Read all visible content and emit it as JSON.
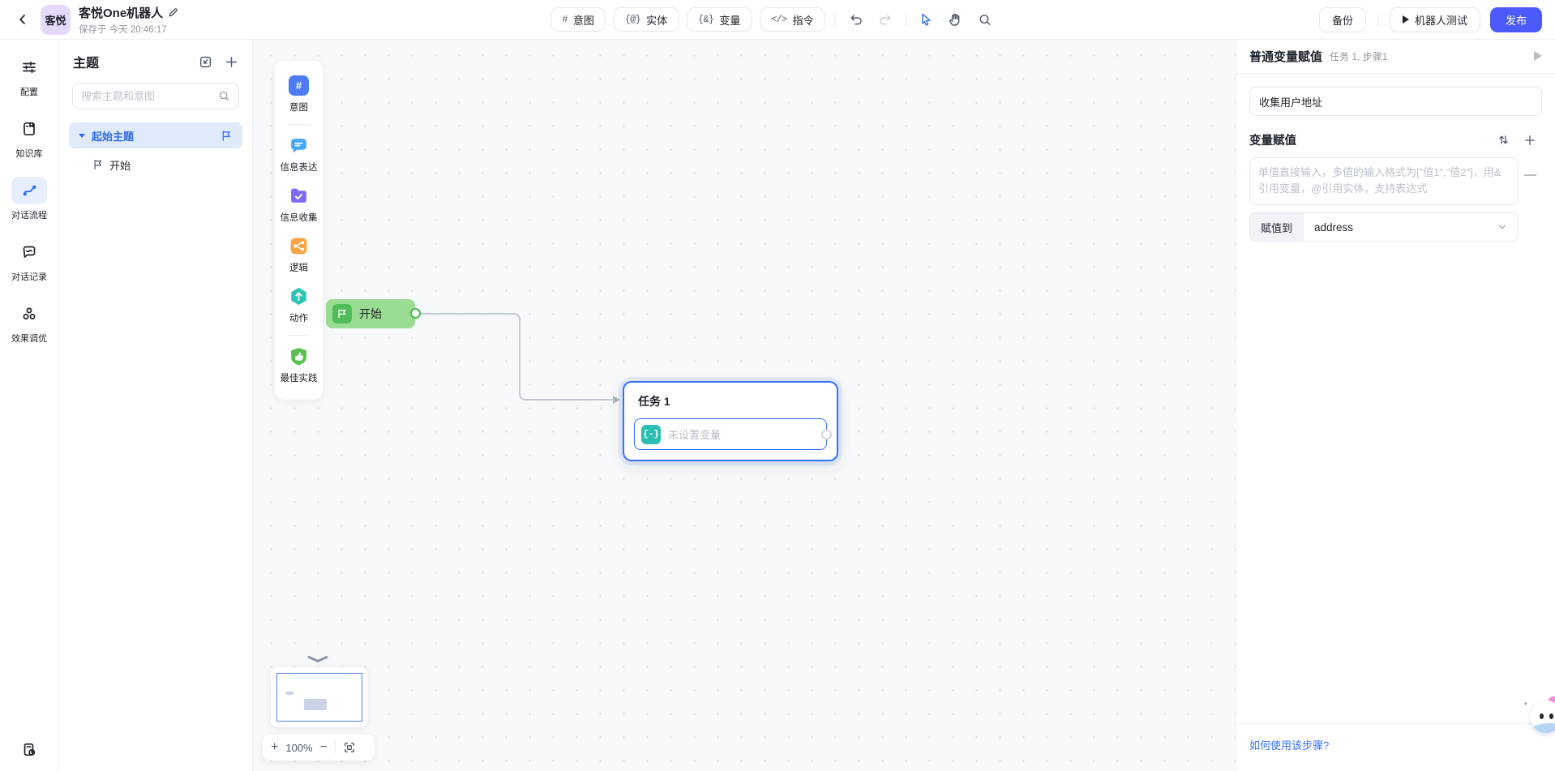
{
  "topbar": {
    "logo": "客悦",
    "title": "客悦One机器人",
    "saved_text": "保存于 今天 20:46:17",
    "tools": [
      {
        "icon": "#",
        "label": "意图"
      },
      {
        "icon": "{@}",
        "label": "实体"
      },
      {
        "icon": "{&}",
        "label": "变量"
      },
      {
        "icon": "</>",
        "label": "指令"
      }
    ],
    "backup_label": "备份",
    "robot_test_label": "机器人测试",
    "publish_label": "发布"
  },
  "nav": {
    "items": [
      "配置",
      "知识库",
      "对话流程",
      "对话记录",
      "效果调优"
    ],
    "active": "对话流程"
  },
  "topics": {
    "title": "主题",
    "search_placeholder": "搜索主题和意图",
    "root_label": "起始主题",
    "child_label": "开始"
  },
  "palette": {
    "items": [
      "意图",
      "信息表达",
      "信息收集",
      "逻辑",
      "动作",
      "最佳实践"
    ]
  },
  "canvas": {
    "start_node_label": "开始",
    "task_node": {
      "title": "任务 1",
      "var_placeholder": "未设置变量"
    },
    "zoom_level": "100%"
  },
  "inspector": {
    "title": "普通变量赋值",
    "subtitle": "任务 1, 步骤1",
    "name_value": "收集用户地址",
    "section_title": "变量赋值",
    "value_placeholder": "单值直接输入，多值的输入格式为[\"值1\",\"值2\"]，用&引用变量，@引用实体，支持表达式",
    "assign_label": "赋值到",
    "assign_value": "address",
    "help_link": "如何使用该步骤?"
  },
  "colors": {
    "accent": "#3370FF",
    "publish": "#4B5AF8",
    "start_node": "#9BDC93",
    "start_icon": "#52BD58",
    "var_icon": "#2BBFB3",
    "palette_intent": "#4C7DF7",
    "palette_express": "#47A6F3",
    "palette_collect": "#7C6BF2",
    "palette_logic": "#F7A544",
    "palette_action": "#2BC3B4",
    "palette_best": "#57BE4F"
  }
}
